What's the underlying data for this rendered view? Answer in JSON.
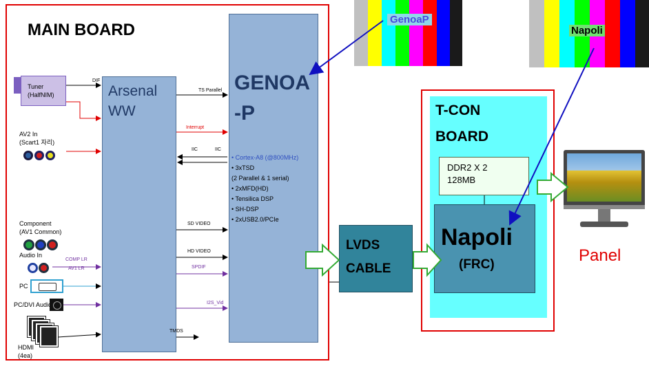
{
  "top": {
    "genoap_label": "GenoaP",
    "napoli_label": "Napoli"
  },
  "main_board": {
    "title": "MAIN BOARD",
    "arsenal": {
      "line1": "Arsenal",
      "line2": "WW"
    },
    "genoa": {
      "line1": "GENOA",
      "line2": "-P",
      "specs": [
        "• Cortex-A8  (@800MHz)",
        "• 3xTSD",
        "  (2 Parallel & 1 serial)",
        "• 2xMFD(HD)",
        "• Tensilica DSP",
        "• SH-DSP",
        "• 2xUSB2.0/PCIe"
      ]
    }
  },
  "inputs": {
    "tuner": {
      "line1": "Tuner",
      "line2": "(HalfNIM)"
    },
    "av2": {
      "line1": "AV2 In",
      "line2": "(Scart1 자리)"
    },
    "component": {
      "line1": "Component",
      "line2": "(AV1 Common)"
    },
    "audio_in": "Audio In",
    "pc": "PC",
    "pc_dvi_audio": "PC/DVI Audio",
    "hdmi": {
      "line1": "HDMI",
      "line2": "(4ea)"
    }
  },
  "signals": {
    "dif": "DIF",
    "ts_parallel": "TS Parallel",
    "interrupt": "Interrupt",
    "iic_1": "IIC",
    "iic_2": "IIC",
    "sd_video": "SD VIDEO",
    "hd_video": "HD VIDEO",
    "spdif": "SPDIF",
    "i2s": "I2S_Vid",
    "tmds": "TMDS",
    "comp_lr": "COMP LR",
    "av1_lr": "AV1 LR"
  },
  "lvds": {
    "line1": "LVDS",
    "line2": "CABLE"
  },
  "tcon": {
    "line1": "T-CON",
    "line2": "BOARD",
    "ddr_line1": "DDR2 X 2",
    "ddr_line2": "128MB",
    "napoli_line1": "Napoli",
    "napoli_line2": "(FRC)"
  },
  "panel": {
    "label": "Panel"
  },
  "colors": {
    "board_border": "#e00000",
    "chip_fill": "#95b3d7",
    "tcon_fill": "#66ffff",
    "lvds_fill": "#31849b",
    "napoli_fill": "#4a93b0",
    "pointer_arrow": "#1010c0",
    "flow_arrow": "#33aa33"
  }
}
